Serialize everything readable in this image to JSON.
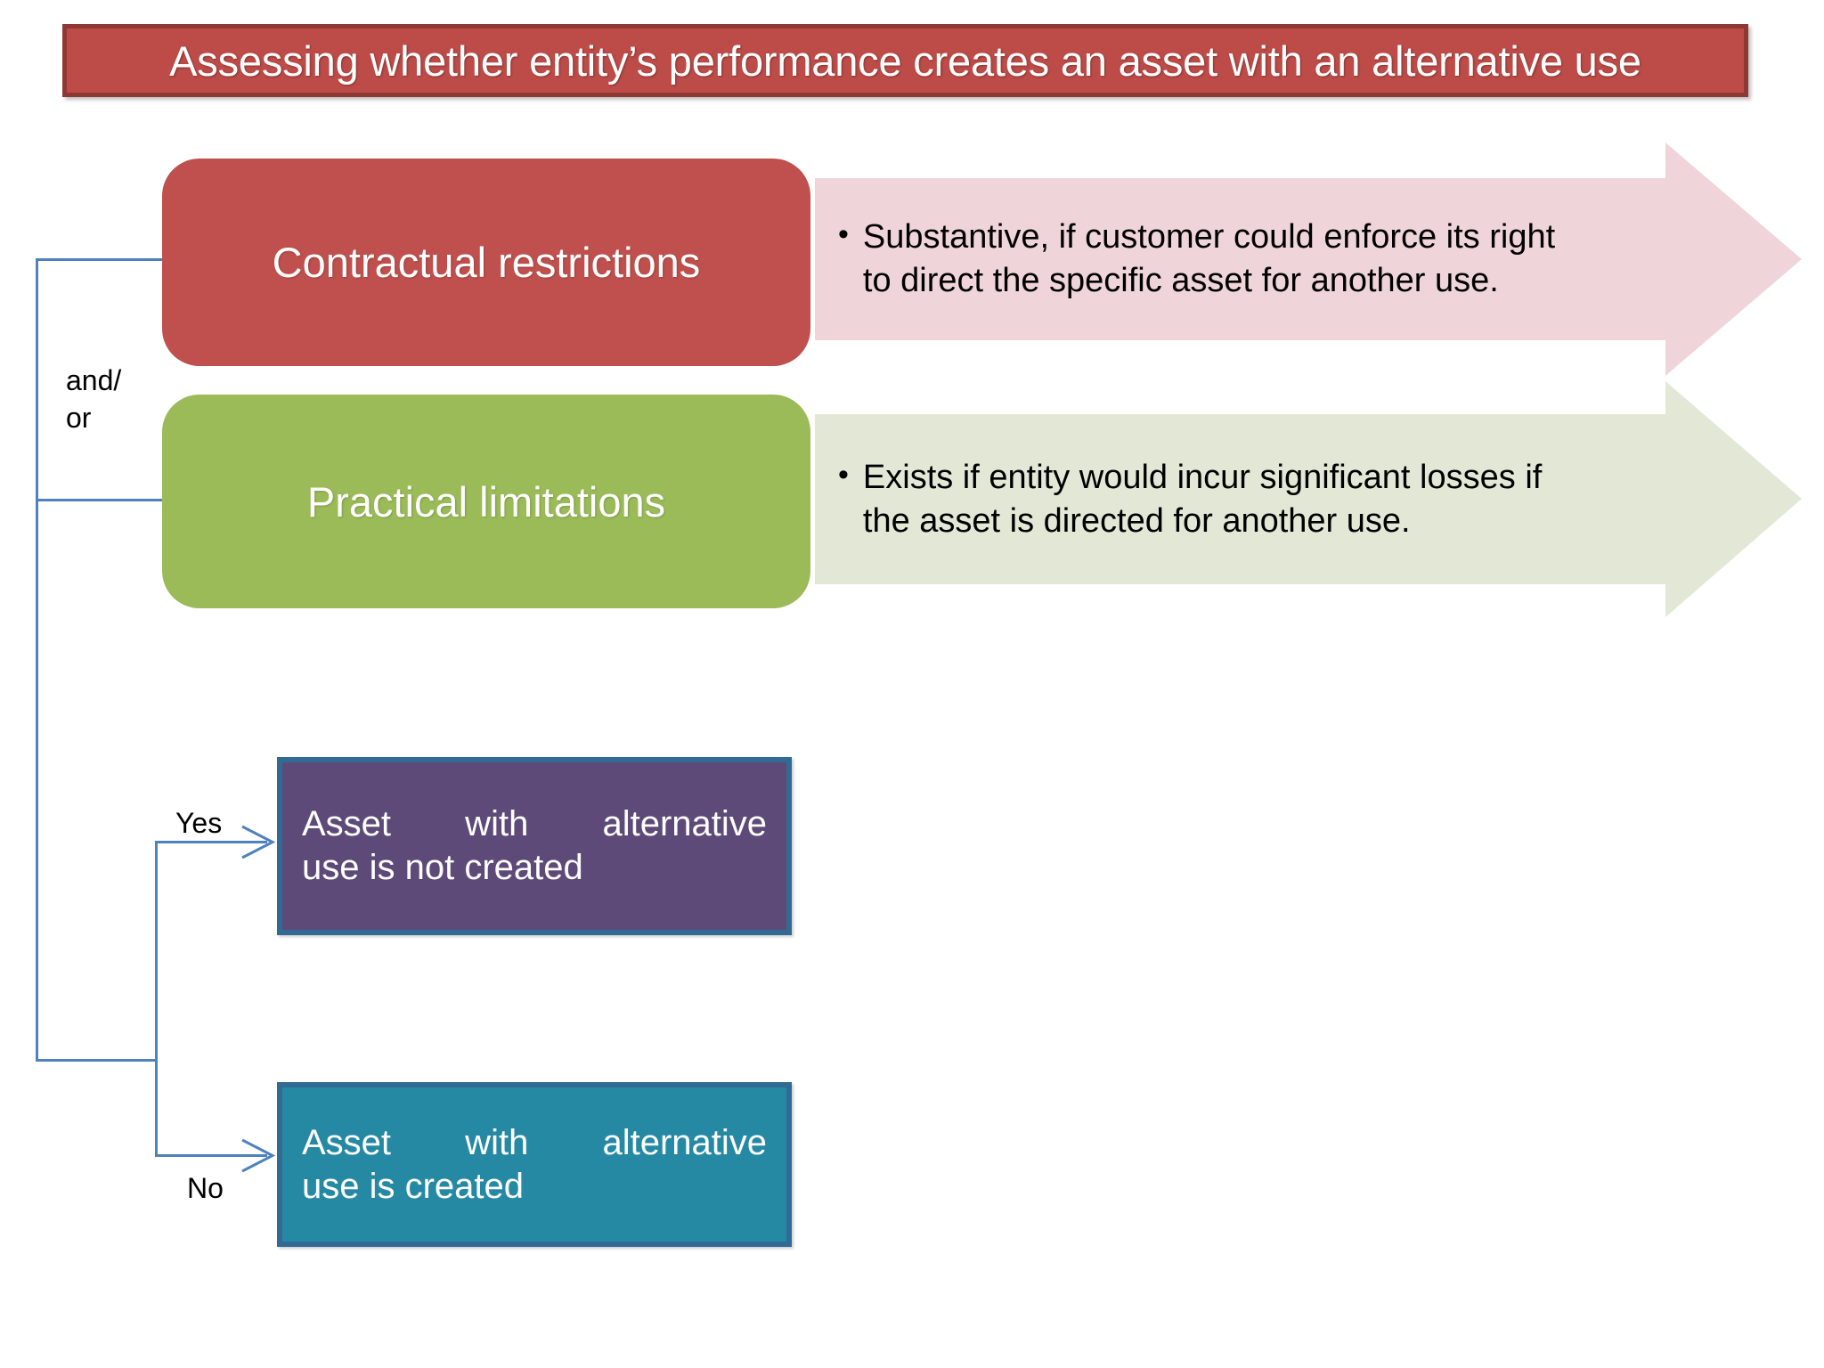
{
  "title": {
    "text": "Assessing whether entity’s performance creates an asset with an alternative use"
  },
  "criteria": [
    {
      "id": "contractual",
      "label": "Contractual restrictions",
      "color": "#C0504D",
      "callout": {
        "bullet": "•",
        "line1": "Substantive, if customer could enforce its right",
        "line2": "to direct the specific asset for another use.",
        "color": "#EFD5DA"
      }
    },
    {
      "id": "practical",
      "label": "Practical limitations",
      "color": "#9BBB59",
      "callout": {
        "bullet": "•",
        "line1": "Exists if entity would incur significant losses if",
        "line2": "the asset is directed for another use.",
        "color": "#E3E8D6"
      }
    }
  ],
  "connector": {
    "and_or_label": "and/\nor",
    "yes_label": "Yes",
    "no_label": "No",
    "line_color": "#4E81BD"
  },
  "outcomes": [
    {
      "id": "not-created",
      "line1": "Asset with alternative",
      "line2": "use is not created",
      "color": "#5E4A78",
      "border": "#316B94"
    },
    {
      "id": "created",
      "line1": "Asset with alternative",
      "line2": "use is created",
      "color": "#2589A4",
      "border": "#316B94"
    }
  ]
}
